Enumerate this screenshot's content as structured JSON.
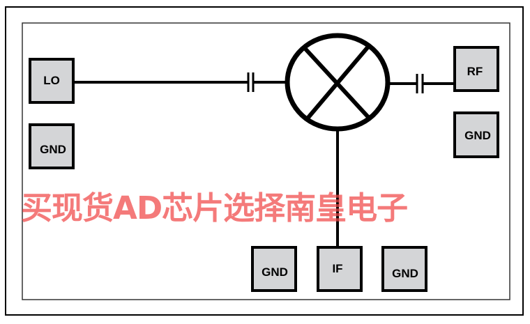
{
  "diagram": {
    "title": "Mixer functional block diagram",
    "pins": {
      "lo": "LO",
      "gnd_left": "GND",
      "rf": "RF",
      "gnd_right": "GND",
      "gnd_bottom_left": "GND",
      "if": "IF",
      "gnd_bottom_right": "GND"
    }
  },
  "watermark": "买现货AD芯片选择南皇电子"
}
